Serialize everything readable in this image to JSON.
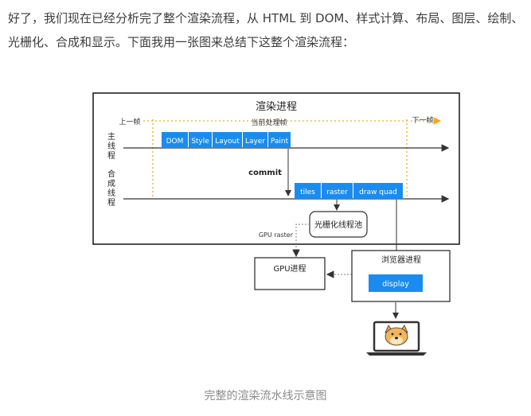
{
  "article": {
    "intro_text": "好了，我们现在已经分析完了整个渲染流程，从 HTML 到 DOM、样式计算、布局、图层、绘制、光栅化、合成和显示。下面我用一张图来总结下这整个渲染流程："
  },
  "diagram": {
    "title": "渲染进程",
    "prev_frame_label": "上一帧",
    "current_frame_label": "当前处理帧",
    "next_frame_label": "下一帧",
    "main_thread_label": [
      "主",
      "线",
      "程"
    ],
    "compositor_thread_label": [
      "合",
      "成",
      "线",
      "程"
    ],
    "main_stages": [
      "DOM",
      "Style",
      "Layout",
      "Layer",
      "Paint"
    ],
    "commit_label": "commit",
    "compositor_stages": [
      "tiles",
      "raster",
      "draw quad"
    ],
    "raster_pool_label": "光栅化线程池",
    "gpu_raster_label": "GPU raster",
    "gpu_process_label": "GPU进程",
    "browser_process_label": "浏览器进程",
    "display_label": "display",
    "monitor_icon": "doge-monitor-icon",
    "colors": {
      "stage_blue": "#1a8cf0",
      "frame_orange": "#f5a623",
      "line": "#333333"
    }
  },
  "caption": "完整的渲染流水线示意图"
}
